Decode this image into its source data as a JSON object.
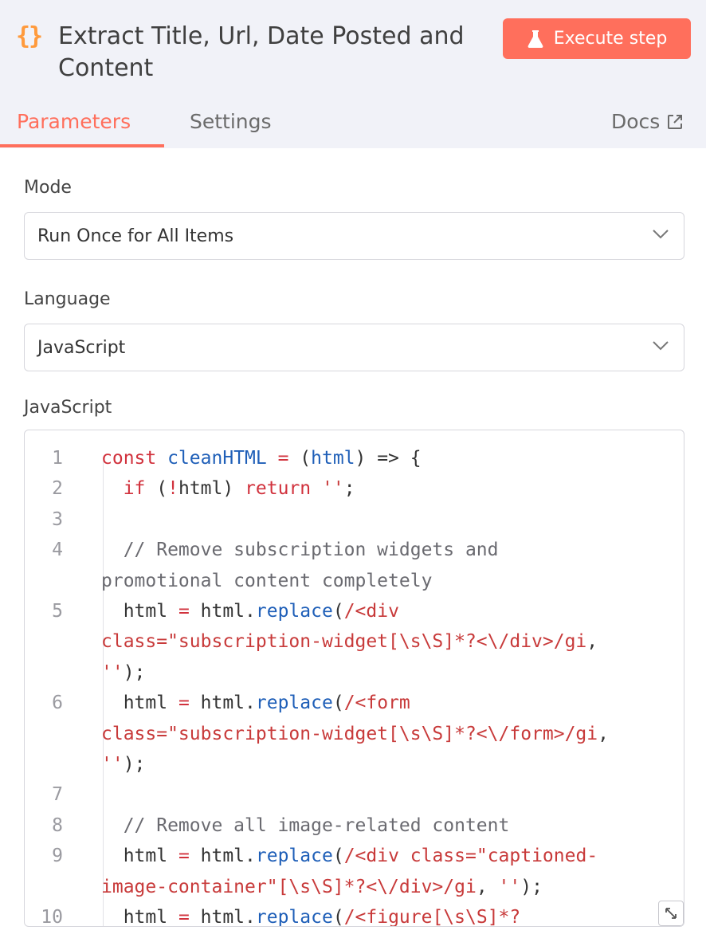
{
  "header": {
    "node_icon": "{}",
    "title": "Extract Title, Url, Date Posted and Content",
    "execute_label": "Execute step",
    "execute_icon": "flask-icon"
  },
  "tabs": [
    {
      "label": "Parameters",
      "active": true
    },
    {
      "label": "Settings",
      "active": false
    }
  ],
  "docs": {
    "label": "Docs",
    "icon": "external-link-icon"
  },
  "fields": {
    "mode": {
      "label": "Mode",
      "value": "Run Once for All Items"
    },
    "language": {
      "label": "Language",
      "value": "JavaScript"
    },
    "code_label": "JavaScript"
  },
  "colors": {
    "accent": "#ff6f5c",
    "icon_orange": "#ff9a3c",
    "header_bg": "#f1f2f8"
  },
  "code": {
    "lines": [
      {
        "n": "1",
        "tokens": [
          [
            "kw",
            "const "
          ],
          [
            "fn",
            "cleanHTML"
          ],
          [
            "kw",
            " = "
          ],
          [
            "",
            "("
          ],
          [
            "fn",
            "html"
          ],
          [
            "",
            ") => {"
          ]
        ]
      },
      {
        "n": "2",
        "tokens": [
          [
            "kw",
            "  if "
          ],
          [
            "",
            "("
          ],
          [
            "kw",
            "!"
          ],
          [
            "",
            "html) "
          ],
          [
            "kw",
            "return "
          ],
          [
            "str",
            "''"
          ],
          [
            "",
            ";"
          ]
        ]
      },
      {
        "n": "3",
        "tokens": []
      },
      {
        "n": "4",
        "tokens": [
          [
            "cm",
            "  // Remove subscription widgets and"
          ]
        ]
      },
      {
        "n": "",
        "tokens": [
          [
            "cm",
            "promotional content completely"
          ]
        ]
      },
      {
        "n": "5",
        "tokens": [
          [
            "",
            "  html "
          ],
          [
            "kw",
            "= "
          ],
          [
            "",
            "html."
          ],
          [
            "fn",
            "replace"
          ],
          [
            "",
            "("
          ],
          [
            "str",
            "/<div"
          ]
        ]
      },
      {
        "n": "",
        "tokens": [
          [
            "str",
            "class=\"subscription-widget[\\s\\S]*?<\\/div>/gi"
          ],
          [
            "",
            ","
          ]
        ]
      },
      {
        "n": "",
        "tokens": [
          [
            "str",
            "''"
          ],
          [
            "",
            ");"
          ]
        ]
      },
      {
        "n": "6",
        "tokens": [
          [
            "",
            "  html "
          ],
          [
            "kw",
            "= "
          ],
          [
            "",
            "html."
          ],
          [
            "fn",
            "replace"
          ],
          [
            "",
            "("
          ],
          [
            "str",
            "/<form"
          ]
        ]
      },
      {
        "n": "",
        "tokens": [
          [
            "str",
            "class=\"subscription-widget[\\s\\S]*?<\\/form>/gi"
          ],
          [
            "",
            ","
          ]
        ]
      },
      {
        "n": "",
        "tokens": [
          [
            "str",
            "''"
          ],
          [
            "",
            ");"
          ]
        ]
      },
      {
        "n": "7",
        "tokens": []
      },
      {
        "n": "8",
        "tokens": [
          [
            "cm",
            "  // Remove all image-related content"
          ]
        ]
      },
      {
        "n": "9",
        "tokens": [
          [
            "",
            "  html "
          ],
          [
            "kw",
            "= "
          ],
          [
            "",
            "html."
          ],
          [
            "fn",
            "replace"
          ],
          [
            "",
            "("
          ],
          [
            "str",
            "/<div class=\"captioned-"
          ]
        ]
      },
      {
        "n": "",
        "tokens": [
          [
            "str",
            "image-container\"[\\s\\S]*?<\\/div>/gi"
          ],
          [
            "",
            ", "
          ],
          [
            "str",
            "''"
          ],
          [
            "",
            ");"
          ]
        ]
      },
      {
        "n": "10",
        "tokens": [
          [
            "",
            "  html "
          ],
          [
            "kw",
            "= "
          ],
          [
            "",
            "html."
          ],
          [
            "fn",
            "replace"
          ],
          [
            "",
            "("
          ],
          [
            "str",
            "/<figure[\\s\\S]*?"
          ]
        ]
      }
    ]
  }
}
